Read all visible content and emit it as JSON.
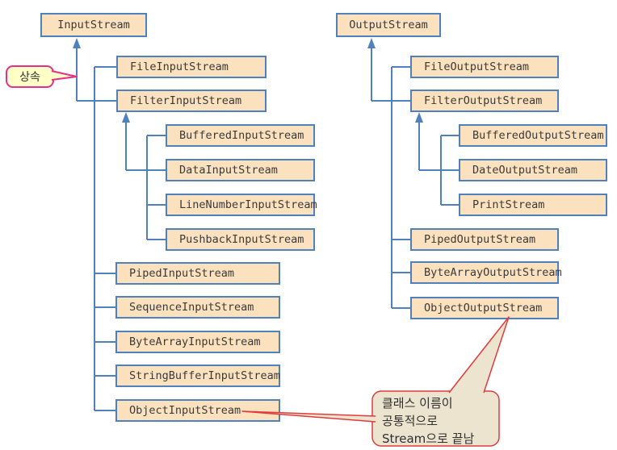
{
  "left_tree": {
    "root": "InputStream",
    "children": [
      "FileInputStream",
      "FilterInputStream",
      "PipedInputStream",
      "SequenceInputStream",
      "ByteArrayInputStream",
      "StringBufferInputStream",
      "ObjectInputStream"
    ],
    "filter_children": [
      "BufferedInputStream",
      "DataInputStream",
      "LineNumberInputStream",
      "PushbackInputStream"
    ]
  },
  "right_tree": {
    "root": "OutputStream",
    "children": [
      "FileOutputStream",
      "FilterOutputStream",
      "PipedOutputStream",
      "ByteArrayOutputStream",
      "ObjectOutputStream"
    ],
    "filter_children": [
      "BufferedOutputStream",
      "DateOutputStream",
      "PrintStream"
    ]
  },
  "annotations": {
    "inheritance_callout": "상속",
    "note_callout_lines": [
      "클래스 이름이",
      "공통적으로",
      "Stream으로 끝남"
    ]
  },
  "colors": {
    "box_fill": "#FBE1BE",
    "box_border": "#4F81BD",
    "connector": "#4F81BD",
    "callout_red": "#E23B3B",
    "inheritance_border": "#E5308C",
    "inheritance_fill": "#FFFFC8",
    "note_fill": "#EDE4D0"
  }
}
